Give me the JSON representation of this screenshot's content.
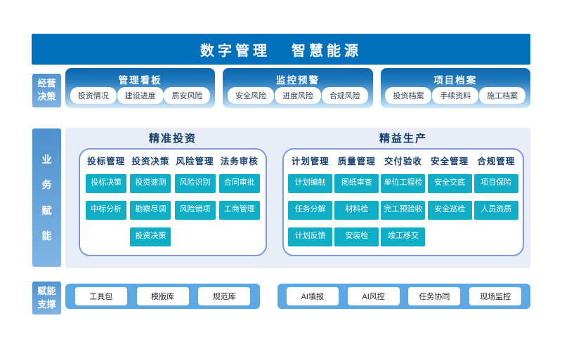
{
  "banner": {
    "title_part1": "数字管理",
    "title_part2": "智慧能源"
  },
  "decision_row": {
    "label": "经营决策",
    "sections": [
      {
        "title": "管理看板",
        "pills": [
          "投资情况",
          "建设进度",
          "质安风险"
        ]
      },
      {
        "title": "监控预警",
        "pills": [
          "安全风险",
          "进度风险",
          "合规风险"
        ]
      },
      {
        "title": "项目档案",
        "pills": [
          "投资档案",
          "手续资料",
          "施工档案"
        ]
      }
    ]
  },
  "business_row": {
    "label": "业务赋能",
    "panels": [
      {
        "title": "精准投资",
        "columns": [
          {
            "header": "投标管理",
            "items": [
              "投标决策",
              "中标分析"
            ]
          },
          {
            "header": "投资决策",
            "items": [
              "投资速测",
              "勘察尽调",
              "投资决策"
            ]
          },
          {
            "header": "风险管理",
            "items": [
              "风险识别",
              "风险销项"
            ]
          },
          {
            "header": "法务审核",
            "items": [
              "合同审批",
              "工商管理"
            ]
          }
        ]
      },
      {
        "title": "精益生产",
        "columns": [
          {
            "header": "计划管理",
            "items": [
              "计划编制",
              "任务分解",
              "计划反馈"
            ]
          },
          {
            "header": "质量管理",
            "items": [
              "图纸审查",
              "材料检",
              "安装检"
            ]
          },
          {
            "header": "交付验收",
            "items": [
              "单位工程检",
              "完工预验收",
              "竣工移交"
            ]
          },
          {
            "header": "安全管理",
            "items": [
              "安全交底",
              "安全巡检"
            ]
          },
          {
            "header": "合规管理",
            "items": [
              "项目保险",
              "人员资质"
            ]
          }
        ]
      }
    ]
  },
  "support_row": {
    "label": "赋能支撑",
    "groups": [
      {
        "buttons": [
          "工具包",
          "模版库",
          "规范库"
        ]
      },
      {
        "buttons": [
          "AI填报",
          "AI风控",
          "任务协同",
          "现场监控"
        ]
      }
    ]
  },
  "colors": {
    "banner_blue": "#0070BD",
    "section_gradient_top": "#0B67AF",
    "section_gradient_bottom": "#D9E9F7",
    "side_label_blue": "#4A8FCE",
    "container_light": "#E9EDF8",
    "panel_border": "#7C99E0",
    "teal_button": "#10AEC6",
    "support_blue": "#5BA8E4"
  }
}
